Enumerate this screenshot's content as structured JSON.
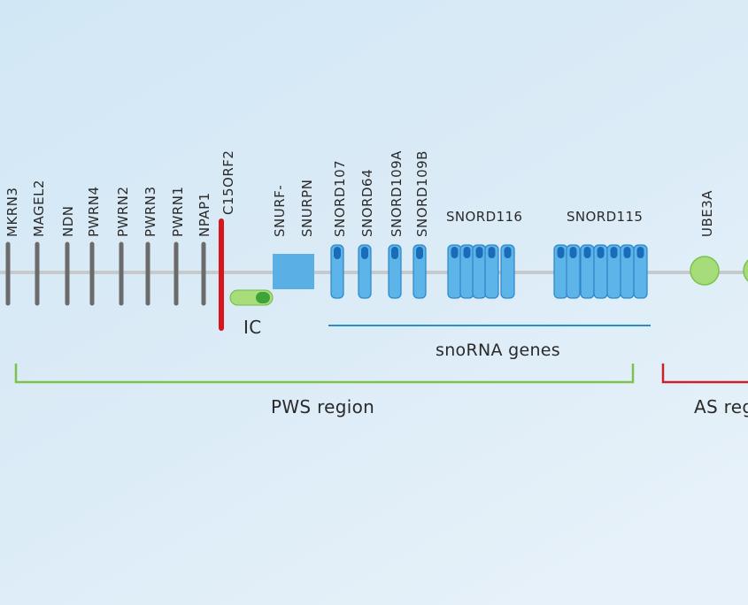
{
  "colors": {
    "background_top": "#d3e8f5",
    "background_bottom": "#e3f0f9",
    "chromosome_line": "#c4c8cc",
    "gene_bar": "#6b6b6b",
    "imprinting_marker": "#d7151c",
    "ic_fill": "#a9dc7a",
    "ic_dot": "#3ea338",
    "snurf_box": "#5aafe4",
    "snord_fill": "#5cb4e8",
    "snord_stroke": "#2c86c8",
    "snord_cap": "#1b6cb8",
    "ube3a_fill": "#a6dd7a",
    "ube3a_stroke": "#7cc24e",
    "snorna_underline": "#2a8ec8",
    "pws_bracket": "#7cc24e",
    "as_bracket": "#c8232a"
  },
  "genes": {
    "mkrn3": "MKRN3",
    "magel2": "MAGEL2",
    "ndn": "NDN",
    "pwrn4": "PWRN4",
    "pwrn2": "PWRN2",
    "pwrn3": "PWRN3",
    "pwrn1": "PWRN1",
    "npap1": "NPAP1",
    "c15orf2": "C15ORF2",
    "snurf": "SNURF-",
    "snrpn": "SNURPN",
    "snord107": "SNORD107",
    "snord64": "SNORD64",
    "snord109a": "SNORD109A",
    "snord109b": "SNORD109B",
    "snord116": "SNORD116",
    "snord115": "SNORD115",
    "ube3a": "UBE3A"
  },
  "ic_label": "IC",
  "snorna_label": "snoRNA genes",
  "pws_label": "PWS region",
  "as_label": "AS reg",
  "icons": {
    "ic_element": "rounded-pill-icon",
    "ube3a_marker": "circle-icon",
    "snord_gene": "rounded-pill-icon"
  }
}
